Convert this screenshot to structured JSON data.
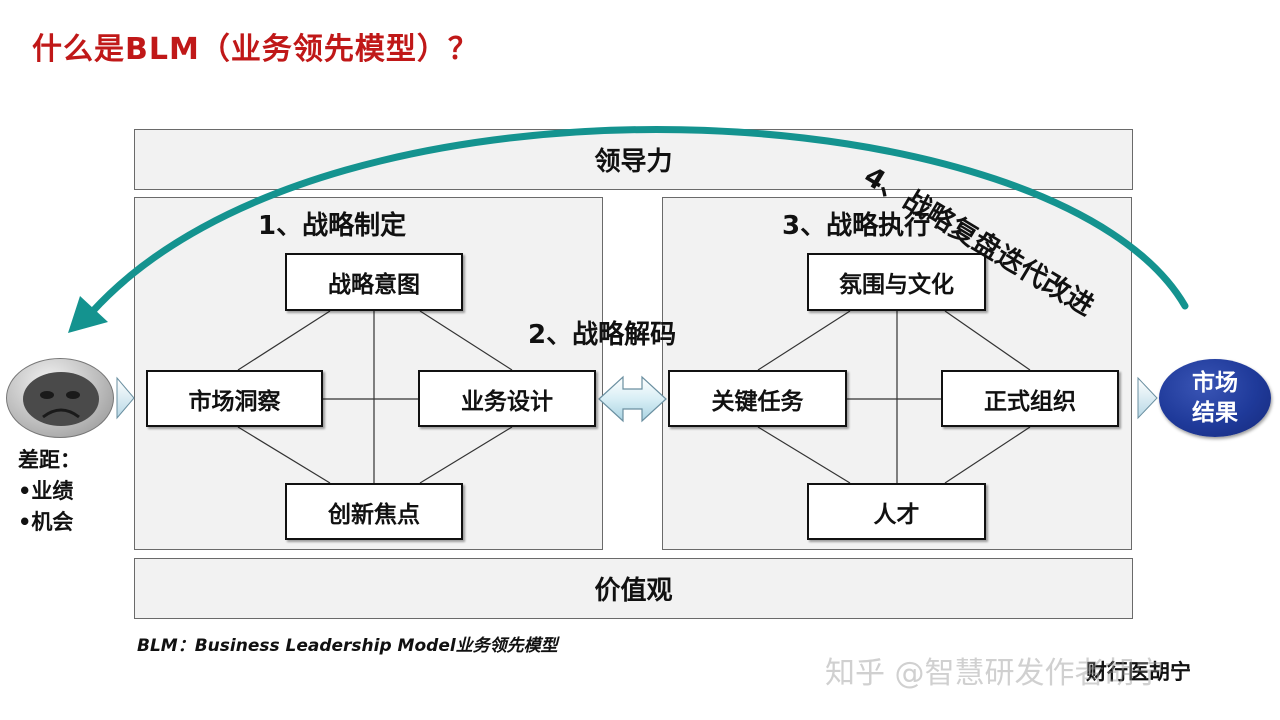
{
  "title": "什么是BLM（业务领先模型）？",
  "leadership": "领导力",
  "values_bar": "价值观",
  "strategy_formulation": {
    "heading": "1、战略制定",
    "intent": "战略意图",
    "market_insight": "市场洞察",
    "business_design": "业务设计",
    "innovation_focus": "创新焦点"
  },
  "strategy_decoding": "2、战略解码",
  "strategy_execution": {
    "heading": "3、战略执行",
    "climate_culture": "氛围与文化",
    "key_tasks": "关键任务",
    "formal_org": "正式组织",
    "talent": "人才"
  },
  "iteration": "4、战略复盘迭代改进",
  "gap": {
    "label": "差距：",
    "items": [
      "•业绩",
      "•机会"
    ]
  },
  "market_result": [
    "市场",
    "结果"
  ],
  "footnote": "BLM：Business Leadership Model业务领先模型",
  "watermark": "知乎 @智慧研发作者胡宁",
  "credit": "财行医胡宁",
  "colors": {
    "title": "#c01818",
    "arc": "#14938f",
    "market_ellipse": "#1f3a9a",
    "panel": "#f2f2f2"
  }
}
